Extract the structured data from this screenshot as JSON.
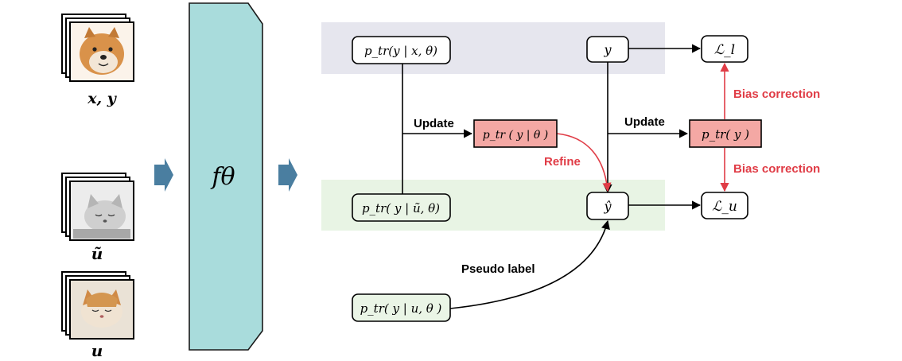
{
  "inputs": {
    "labeled_caption": "x, y",
    "augmented_caption": "ũ",
    "unlabeled_caption": "u"
  },
  "model": {
    "label": "fθ"
  },
  "nodes": {
    "p_labeled": "p_tr(y | x, θ)",
    "p_augmented": "p_tr( y | ũ, θ)",
    "p_unlabeled": "p_tr( y | u, θ )",
    "p_y_given_theta": "p_tr ( y | θ )",
    "p_y": "p_tr( y )",
    "y_true": "y",
    "y_hat": "ŷ",
    "loss_l": "ℒ_l",
    "loss_u": "ℒ_u"
  },
  "edge_labels": {
    "update_left": "Update",
    "update_right": "Update",
    "refine": "Refine",
    "pseudo_label": "Pseudo label",
    "bias_top": "Bias correction",
    "bias_bottom": "Bias correction"
  },
  "colors": {
    "model_fill": "#a9dcdc",
    "labeled_band": "#e6e6ee",
    "unlabeled_band": "#e8f4e4",
    "green_node": "#eaf5e6",
    "red_node": "#f4a8a4",
    "red_accent": "#e03c46",
    "arrow_blue": "#4a7ea0"
  }
}
